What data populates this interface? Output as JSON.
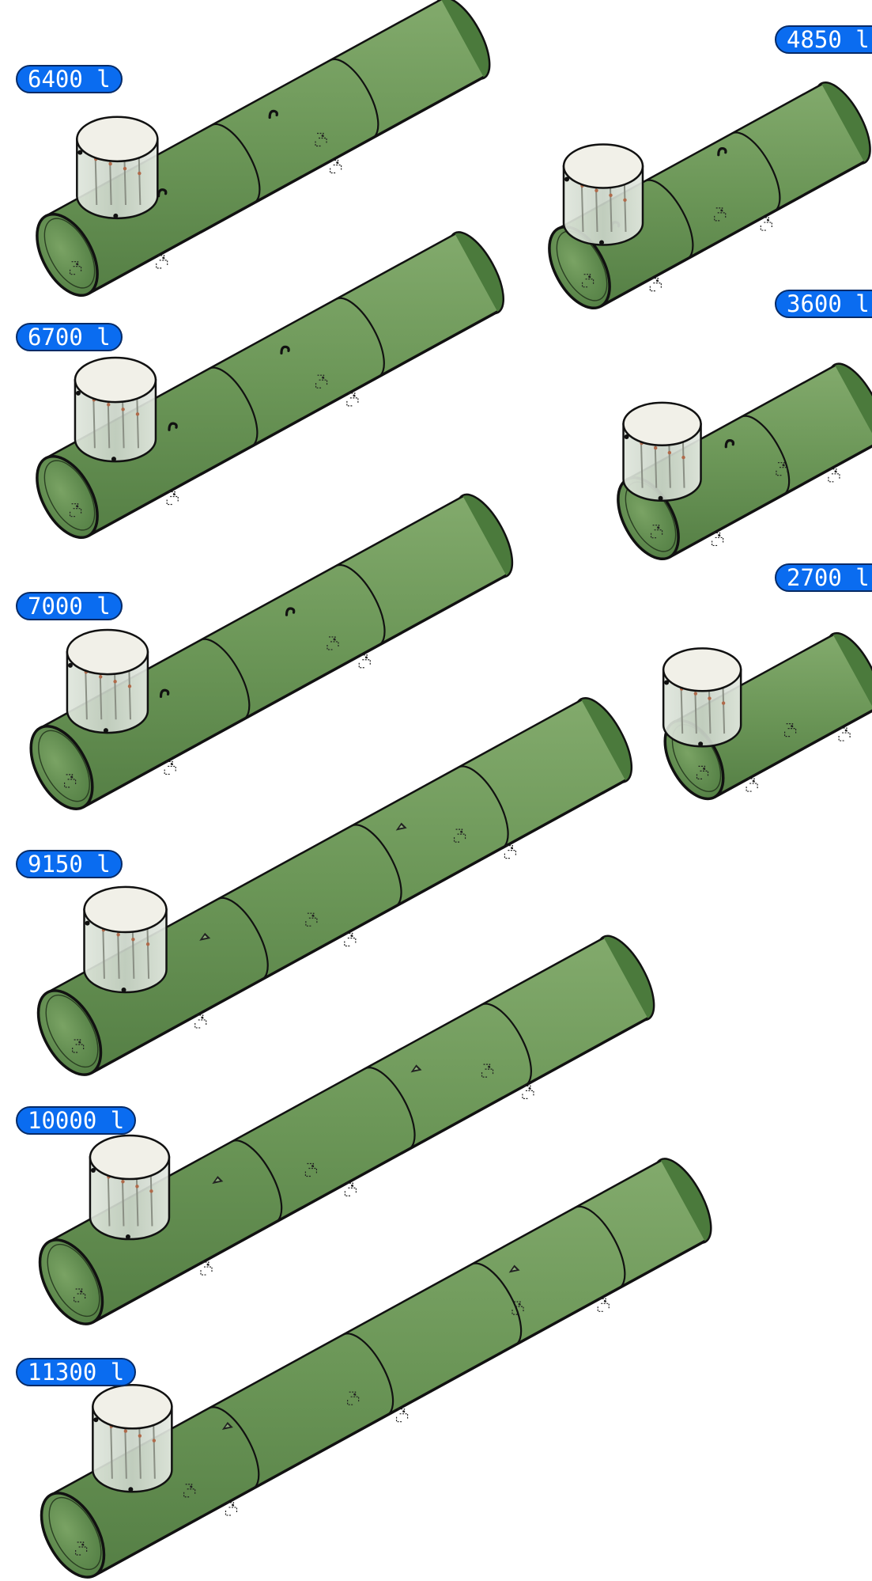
{
  "tank_labels": {
    "t6400": "6400 l",
    "t6700": "6700 l",
    "t7000": "7000 l",
    "t9150": "9150 l",
    "t10000": "10000 l",
    "t11300": "11300 l",
    "t4850": "4850 l",
    "t3600": "3600 l",
    "t2700": "2700 l"
  },
  "colors": {
    "tank_body": "#6f9a5c",
    "tank_outline": "#111111",
    "manhole_lid": "#f1f0e8",
    "badge_fill": "#0a6cf0",
    "badge_text": "#ffffff"
  }
}
